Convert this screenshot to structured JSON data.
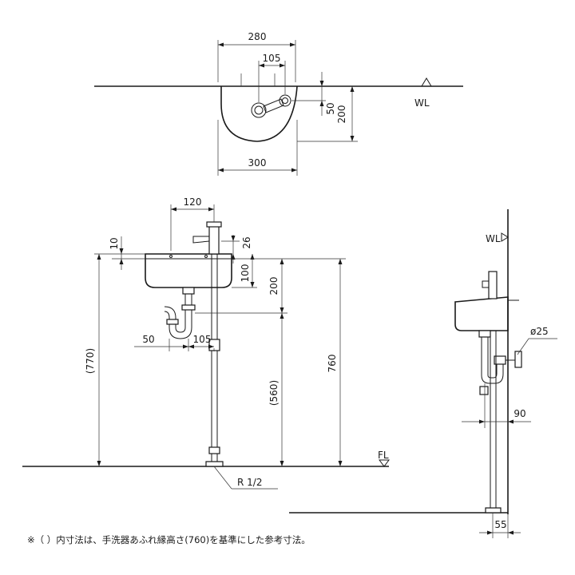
{
  "top_view": {
    "dim_overall_top": "280",
    "dim_faucet_spacing": "105",
    "dim_wall_offset": "50",
    "dim_depth": "200",
    "dim_width": "300",
    "wall_line_label": "WL"
  },
  "front_view": {
    "dim_faucet_offset": "120",
    "dim_rim_top": "10",
    "dim_spout": "26",
    "dim_bowl_height": "100",
    "dim_trap_drop": "200",
    "dim_trap_offset": "50",
    "dim_supply_offset": "105",
    "dim_ref_height": "(770)",
    "dim_drain_height": "(560)",
    "dim_rim_height": "760",
    "floor_label": "FL",
    "supply_thread": "R 1/2"
  },
  "side_view": {
    "wall_line_label": "WL",
    "dim_drain_dia": "ø25",
    "dim_drain_wall": "90",
    "dim_supply_wall": "55"
  },
  "footnote": "※（ ）内寸法は、手洗器あふれ縁高さ(760)を基準にした参考寸法。"
}
